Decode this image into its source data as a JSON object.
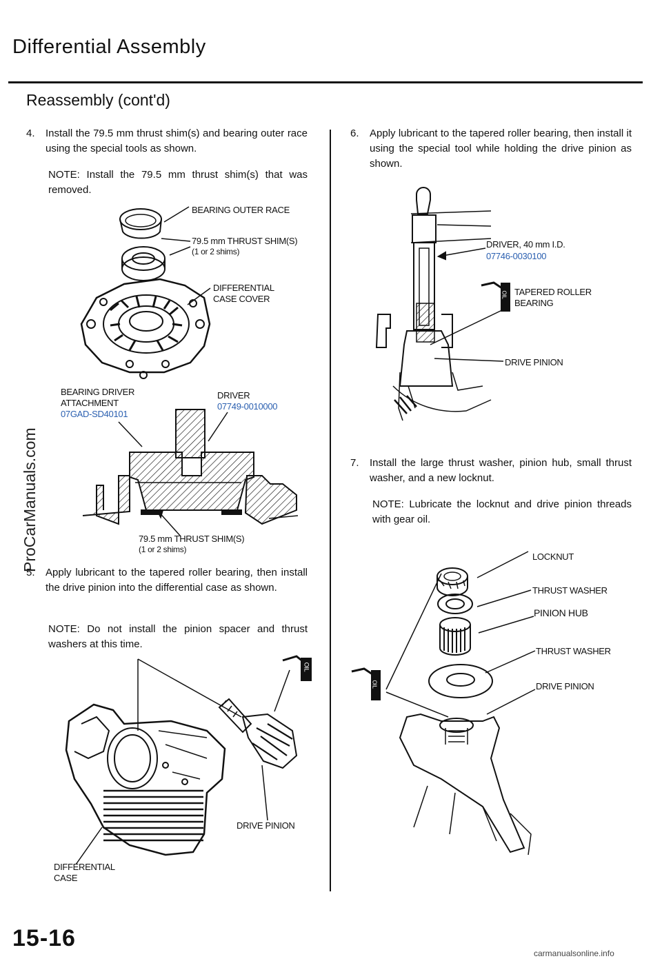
{
  "page": {
    "title": "Differential Assembly",
    "subtitle": "Reassembly (cont'd)",
    "page_number": "15-16",
    "watermark": "ProCarManuals.com",
    "footer": "carmanualsonline.info"
  },
  "steps": [
    {
      "num": "4.",
      "text": "Install the 79.5 mm thrust shim(s) and bearing outer race using the special tools as shown.",
      "note": "NOTE:  Install the 79.5 mm thrust shim(s) that was removed."
    },
    {
      "num": "5.",
      "text": "Apply lubricant to the tapered roller bearing, then install the drive pinion into the differential case as shown.",
      "note": "NOTE:  Do not install the pinion spacer and thrust washers at this time."
    },
    {
      "num": "6.",
      "text": "Apply lubricant to the tapered roller bearing, then install it using the special tool while holding the drive pinion as shown.",
      "note": ""
    },
    {
      "num": "7.",
      "text": "Install the large thrust washer, pinion hub, small thrust washer, and a new locknut.",
      "note": "NOTE:  Lubricate the locknut and drive pinion threads with gear oil."
    }
  ],
  "labels": {
    "bearing_outer_race": "BEARING OUTER RACE",
    "thrust_shim": "79.5 mm THRUST SHIM(S)",
    "shims_qty": "(1 or 2 shims)",
    "diff_case_cover_1": "DIFFERENTIAL",
    "diff_case_cover_2": "CASE COVER",
    "bearing_driver_1": "BEARING DRIVER",
    "bearing_driver_2": "ATTACHMENT",
    "bearing_driver_pn": "07GAD-SD40101",
    "driver": "DRIVER",
    "driver_pn": "07749-0010000",
    "drive_pinion": "DRIVE PINION",
    "diff_case_1": "DIFFERENTIAL",
    "diff_case_2": "CASE",
    "driver40": "DRIVER, 40 mm I.D.",
    "driver40_pn": "07746-0030100",
    "tapered_roller_1": "TAPERED ROLLER",
    "tapered_roller_2": "BEARING",
    "locknut": "LOCKNUT",
    "thrust_washer": "THRUST WASHER",
    "pinion_hub": "PINION HUB",
    "oil": "OIL"
  }
}
